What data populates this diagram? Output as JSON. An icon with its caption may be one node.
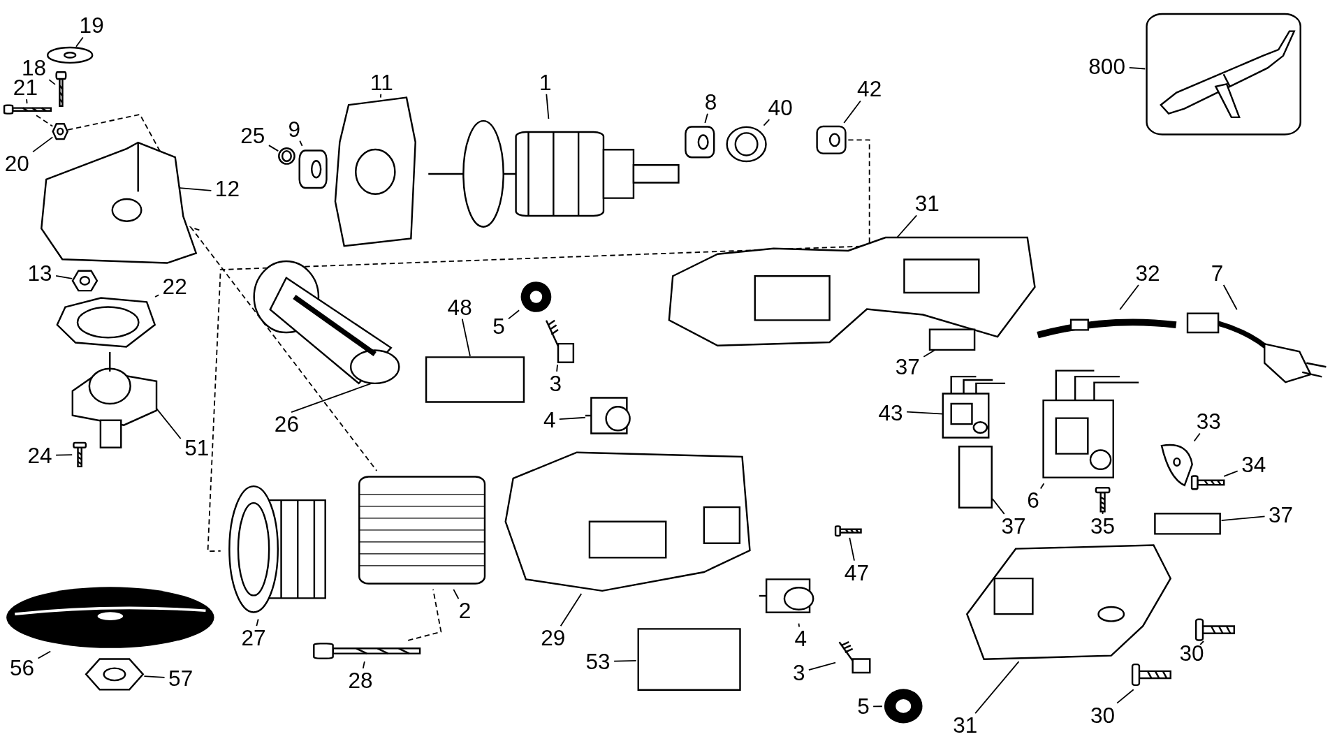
{
  "diagram": {
    "nodes": [
      {
        "text": [
          "19"
        ]
      },
      {
        "text": [],
        "shape": "picture"
      },
      {
        "text": [
          "18"
        ]
      },
      {
        "text": [],
        "shape": "picture"
      },
      {
        "text": [
          "21"
        ]
      },
      {
        "text": [],
        "shape": "picture"
      },
      {
        "text": [
          "800"
        ]
      },
      {
        "text": [],
        "shape": "picture"
      },
      {
        "text": [
          "1"
        ]
      },
      {
        "text": [],
        "shape": "picture"
      },
      {
        "text": [
          "11"
        ]
      },
      {
        "text": [],
        "shape": "picture"
      },
      {
        "text": [
          "8"
        ]
      },
      {
        "text": [],
        "shape": "picture"
      },
      {
        "text": [
          "40"
        ]
      },
      {
        "text": [],
        "shape": "picture"
      },
      {
        "text": [
          "42"
        ]
      },
      {
        "text": [],
        "shape": "picture"
      },
      {
        "text": [
          "25"
        ]
      },
      {
        "text": [],
        "shape": "picture"
      },
      {
        "text": [
          "9"
        ]
      },
      {
        "text": [],
        "shape": "picture"
      },
      {
        "text": [
          "20"
        ]
      },
      {
        "text": [],
        "shape": "picture"
      },
      {
        "text": [
          "12"
        ]
      },
      {
        "text": [],
        "shape": "picture"
      },
      {
        "text": [
          "13"
        ]
      },
      {
        "text": [],
        "shape": "picture"
      },
      {
        "text": [
          "22"
        ]
      },
      {
        "text": [],
        "shape": "picture"
      },
      {
        "text": [
          "51"
        ]
      },
      {
        "text": [],
        "shape": "picture"
      },
      {
        "text": [
          "24"
        ]
      },
      {
        "text": [],
        "shape": "picture"
      },
      {
        "text": [
          "31"
        ]
      },
      {
        "text": [],
        "shape": "picture"
      },
      {
        "text": [
          "32"
        ]
      },
      {
        "text": [],
        "shape": "picture"
      },
      {
        "text": [
          "7"
        ]
      },
      {
        "text": [],
        "shape": "picture"
      },
      {
        "text": [
          "48"
        ]
      },
      {
        "text": [],
        "shape": "box"
      },
      {
        "text": [
          "5"
        ]
      },
      {
        "text": [],
        "shape": "picture"
      },
      {
        "text": [
          "3"
        ]
      },
      {
        "text": [],
        "shape": "picture"
      },
      {
        "text": [
          "37"
        ]
      },
      {
        "text": [],
        "shape": "box"
      },
      {
        "text": [
          "26"
        ]
      },
      {
        "text": [],
        "shape": "picture"
      },
      {
        "text": [
          "4"
        ]
      },
      {
        "text": [],
        "shape": "picture"
      },
      {
        "text": [
          "43"
        ]
      },
      {
        "text": [],
        "shape": "picture"
      },
      {
        "text": [
          "33"
        ]
      },
      {
        "text": [],
        "shape": "picture"
      },
      {
        "text": [
          "34"
        ]
      },
      {
        "text": [],
        "shape": "picture"
      },
      {
        "text": [
          "6"
        ]
      },
      {
        "text": [],
        "shape": "picture"
      },
      {
        "text": [
          "35"
        ]
      },
      {
        "text": [],
        "shape": "picture"
      },
      {
        "text": [
          "37"
        ]
      },
      {
        "text": [],
        "shape": "box"
      },
      {
        "text": [
          "37"
        ]
      },
      {
        "text": [],
        "shape": "box"
      },
      {
        "text": [
          "27"
        ]
      },
      {
        "text": [],
        "shape": "picture"
      },
      {
        "text": [
          "2"
        ]
      },
      {
        "text": [],
        "shape": "picture"
      },
      {
        "text": [
          "29"
        ]
      },
      {
        "text": [],
        "shape": "picture"
      },
      {
        "text": [
          "47"
        ]
      },
      {
        "text": [],
        "shape": "picture"
      },
      {
        "text": [
          "56"
        ]
      },
      {
        "text": [],
        "shape": "picture"
      },
      {
        "text": [
          "57"
        ]
      },
      {
        "text": [],
        "shape": "picture"
      },
      {
        "text": [
          "28"
        ]
      },
      {
        "text": [],
        "shape": "picture"
      },
      {
        "text": [
          "4"
        ]
      },
      {
        "text": [],
        "shape": "picture"
      },
      {
        "text": [
          "53"
        ]
      },
      {
        "text": [],
        "shape": "box"
      },
      {
        "text": [
          "3"
        ]
      },
      {
        "text": [],
        "shape": "picture"
      },
      {
        "text": [
          "5"
        ]
      },
      {
        "text": [],
        "shape": "picture"
      },
      {
        "text": [
          "31"
        ]
      },
      {
        "text": [],
        "shape": "picture"
      },
      {
        "text": [
          "30"
        ]
      },
      {
        "text": [],
        "shape": "picture"
      },
      {
        "text": [
          "30"
        ]
      },
      {
        "text": [],
        "shape": "picture"
      }
    ],
    "edges": [
      {
        "from": 0,
        "to": 1,
        "arrow": "none"
      },
      {
        "from": 2,
        "to": 3,
        "arrow": "none"
      },
      {
        "from": 4,
        "to": 5,
        "arrow": "none"
      },
      {
        "from": 6,
        "to": 7,
        "arrow": "none"
      },
      {
        "from": 8,
        "to": 9,
        "arrow": "none"
      },
      {
        "from": 10,
        "to": 11,
        "arrow": "none"
      },
      {
        "from": 12,
        "to": 13,
        "arrow": "none"
      },
      {
        "from": 14,
        "to": 15,
        "arrow": "none"
      },
      {
        "from": 16,
        "to": 17,
        "arrow": "none"
      },
      {
        "from": 18,
        "to": 19,
        "arrow": "none"
      },
      {
        "from": 20,
        "to": 21,
        "arrow": "none"
      },
      {
        "from": 22,
        "to": 23,
        "arrow": "none"
      },
      {
        "from": 24,
        "to": 25,
        "arrow": "none"
      },
      {
        "from": 26,
        "to": 27,
        "arrow": "none"
      },
      {
        "from": 28,
        "to": 29,
        "arrow": "none"
      },
      {
        "from": 30,
        "to": 31,
        "arrow": "none"
      },
      {
        "from": 32,
        "to": 33,
        "arrow": "none"
      },
      {
        "from": 34,
        "to": 35,
        "arrow": "none"
      },
      {
        "from": 36,
        "to": 37,
        "arrow": "none"
      },
      {
        "from": 38,
        "to": 39,
        "arrow": "none"
      },
      {
        "from": 40,
        "to": 41,
        "arrow": "none"
      },
      {
        "from": 42,
        "to": 43,
        "arrow": "none"
      },
      {
        "from": 44,
        "to": 45,
        "arrow": "none"
      },
      {
        "from": 46,
        "to": 47,
        "arrow": "none"
      },
      {
        "from": 48,
        "to": 49,
        "arrow": "none"
      },
      {
        "from": 50,
        "to": 51,
        "arrow": "none"
      },
      {
        "from": 52,
        "to": 53,
        "arrow": "none"
      },
      {
        "from": 54,
        "to": 55,
        "arrow": "none"
      },
      {
        "from": 56,
        "to": 57,
        "arrow": "none"
      },
      {
        "from": 58,
        "to": 59,
        "arrow": "none"
      },
      {
        "from": 60,
        "to": 61,
        "arrow": "none"
      },
      {
        "from": 62,
        "to": 63,
        "arrow": "none"
      },
      {
        "from": 64,
        "to": 65,
        "arrow": "none"
      },
      {
        "from": 66,
        "to": 67,
        "arrow": "none"
      },
      {
        "from": 68,
        "to": 69,
        "arrow": "none"
      },
      {
        "from": 70,
        "to": 71,
        "arrow": "none"
      },
      {
        "from": 72,
        "to": 73,
        "arrow": "none"
      },
      {
        "from": 74,
        "to": 75,
        "arrow": "none"
      },
      {
        "from": 76,
        "to": 77,
        "arrow": "none"
      },
      {
        "from": 78,
        "to": 79,
        "arrow": "none"
      },
      {
        "from": 80,
        "to": 81,
        "arrow": "none"
      },
      {
        "from": 82,
        "to": 83,
        "arrow": "none"
      },
      {
        "from": 84,
        "to": 85,
        "arrow": "none"
      },
      {
        "from": 86,
        "to": 87,
        "arrow": "none"
      },
      {
        "from": 88,
        "to": 89,
        "arrow": "none"
      },
      {
        "from": 90,
        "to": 91,
        "arrow": "none"
      },
      {
        "from": 92,
        "to": 93,
        "arrow": "none"
      },
      {
        "from": 17,
        "to": 67,
        "arrow": "none",
        "style": "dashed"
      },
      {
        "from": 5,
        "to": 23,
        "arrow": "none",
        "style": "dashed"
      },
      {
        "from": 23,
        "to": 25,
        "arrow": "none",
        "style": "dashed"
      },
      {
        "from": 25,
        "to": 69,
        "arrow": "none",
        "style": "dashed"
      },
      {
        "from": 79,
        "to": 69,
        "arrow": "none",
        "style": "dashed"
      }
    ]
  }
}
